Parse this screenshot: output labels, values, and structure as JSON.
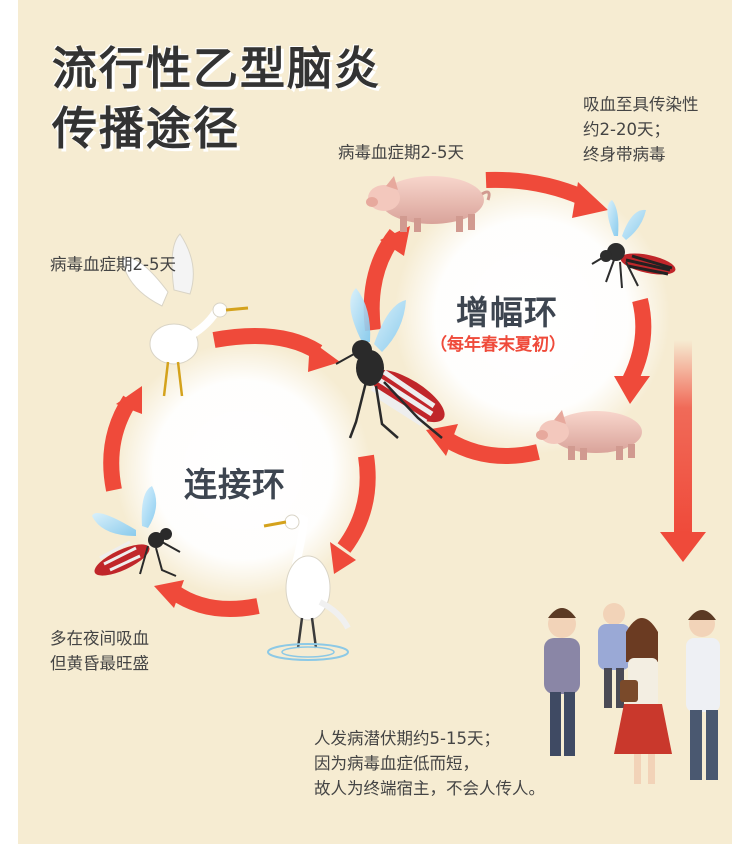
{
  "title": {
    "line1": "流行性乙型脑炎",
    "line2": "传播途径"
  },
  "annotations": {
    "pig_viremia": "病毒血症期2-5天",
    "mosquito_note": [
      "吸血至具传染性",
      "约2-20天；",
      "终身带病毒"
    ],
    "bird_viremia": "病毒血症期2-5天",
    "night_note": [
      "多在夜间吸血",
      "但黄昏最旺盛"
    ],
    "human_note": [
      "人发病潜伏期约5-15天；",
      "因为病毒血症低而短，",
      "故人为终端宿主，不会人传人。"
    ]
  },
  "cycles": {
    "amplification": {
      "name": "增幅环",
      "season": "（每年春末夏初）"
    },
    "maintenance": {
      "name": "连接环"
    }
  },
  "colors": {
    "background": "#f6ecd2",
    "arrow": "#ef4a3a",
    "glow": "#ffffff",
    "ring_text": "#3d4550"
  },
  "icons": [
    "pig-icon",
    "mosquito-icon",
    "egret-icon",
    "people-icon"
  ]
}
